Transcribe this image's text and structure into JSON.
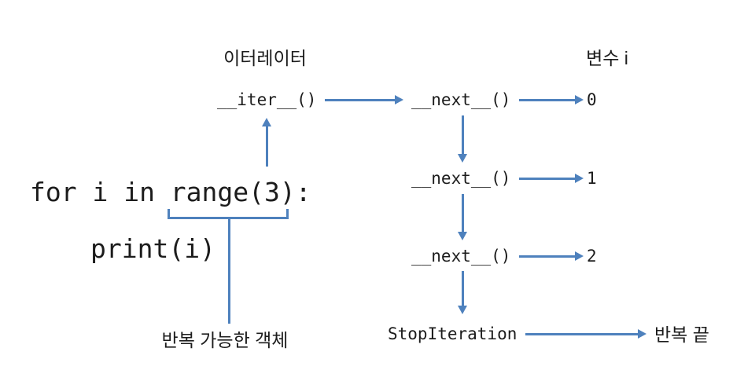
{
  "titles": {
    "iterator": "이터레이터",
    "variable": "변수 i"
  },
  "code": {
    "line1": "for i in range(3):",
    "line2": "print(i)"
  },
  "iterable_caption": "반복 가능한 객체",
  "iter_method": "__iter__()",
  "rows": [
    {
      "method": "__next__()",
      "value": "0"
    },
    {
      "method": "__next__()",
      "value": "1"
    },
    {
      "method": "__next__()",
      "value": "2"
    }
  ],
  "stop": {
    "label": "StopIteration",
    "result": "반복 끝"
  },
  "colors": {
    "arrow": "#4E81BD",
    "text": "#1C1C1C",
    "background": "#FFFFFF"
  }
}
